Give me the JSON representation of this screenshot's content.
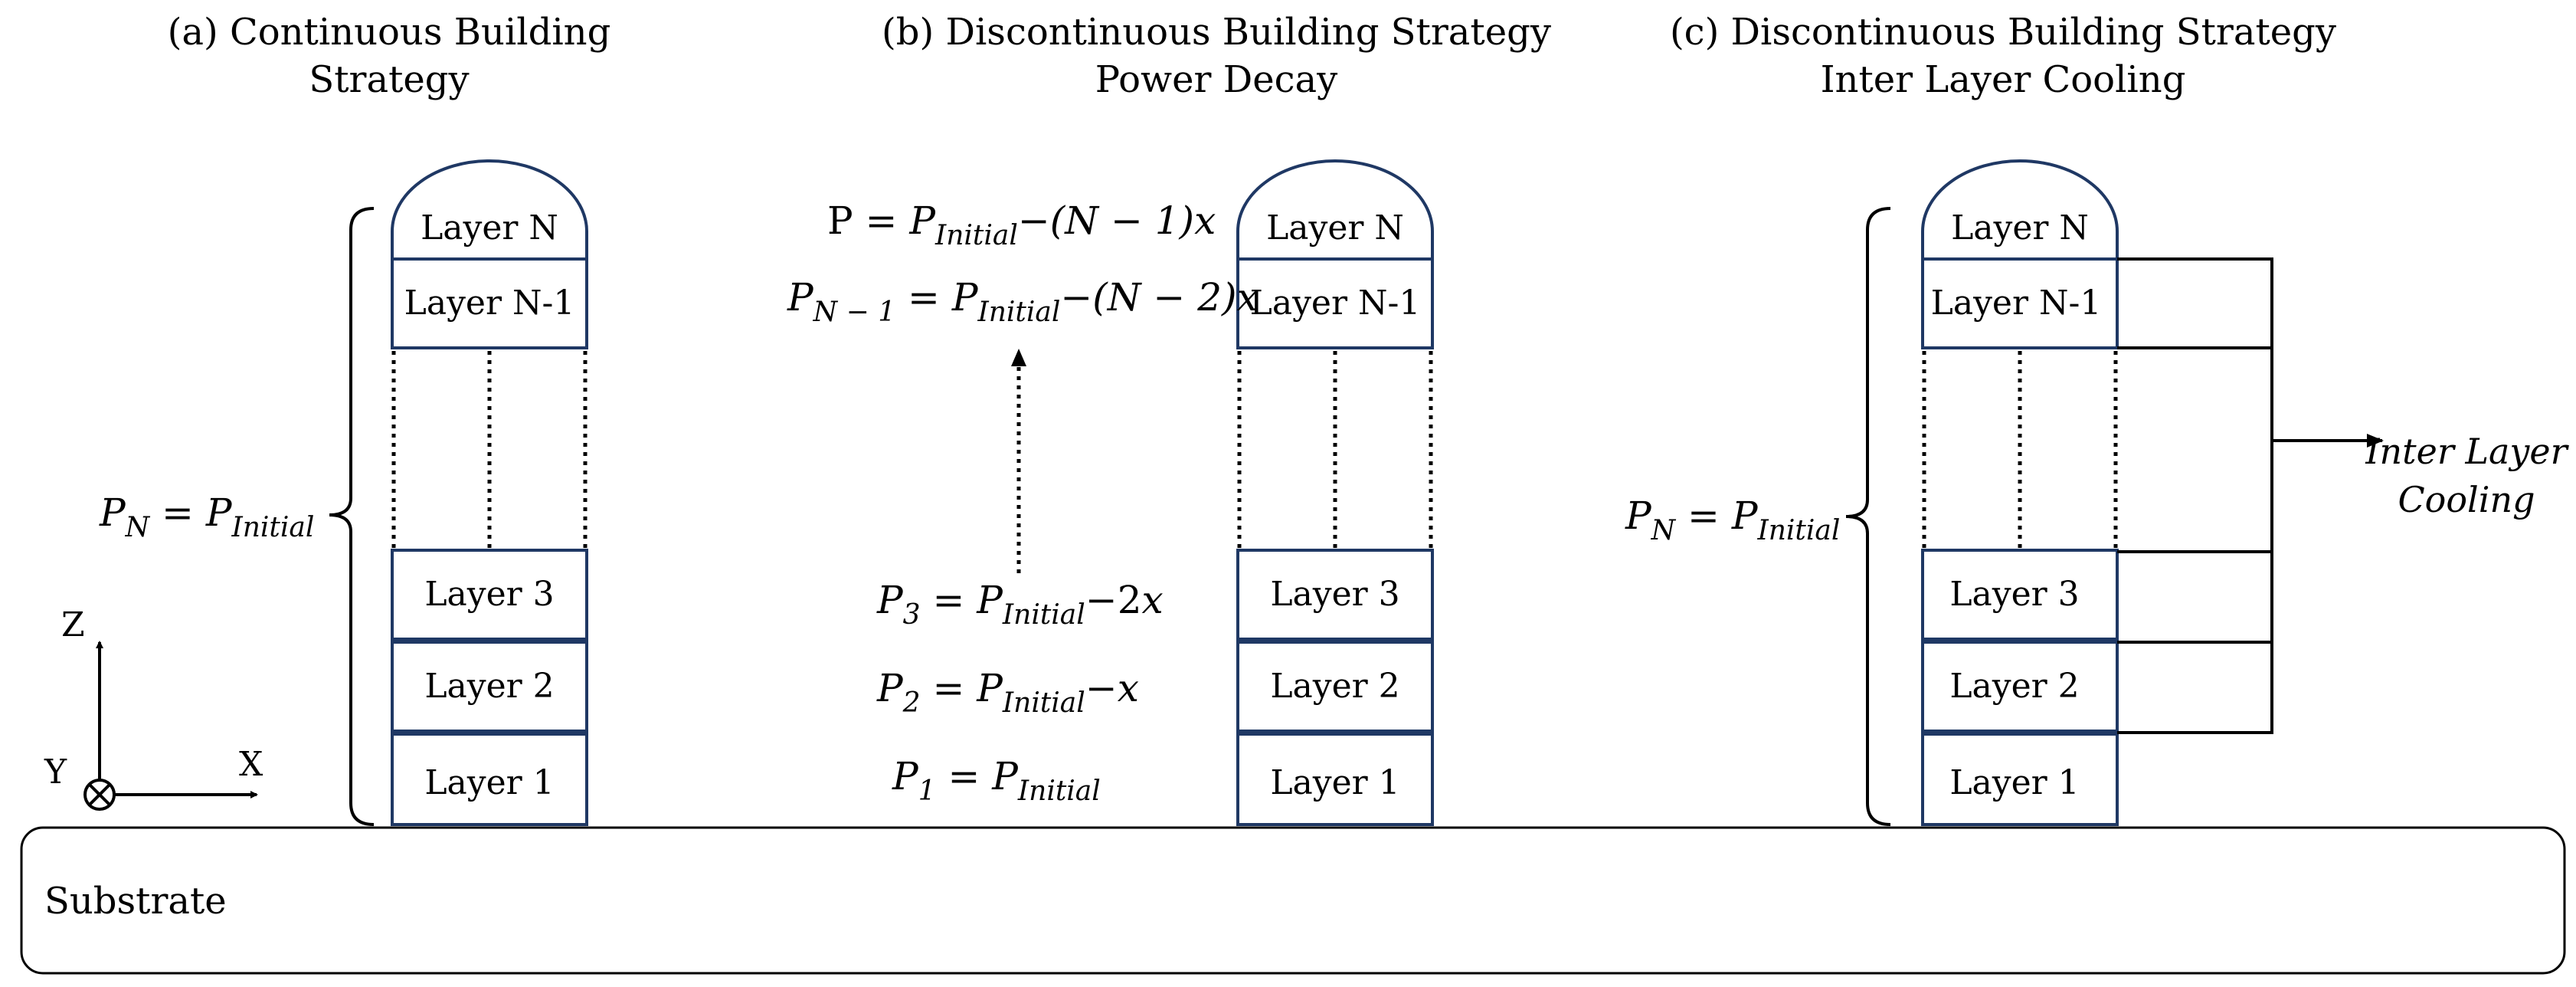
{
  "titles": {
    "a_line1": "(a) Continuous Building",
    "a_line2": "Strategy",
    "b_line1": "(b) Discontinuous Building Strategy",
    "b_line2": "Power Decay",
    "c_line1": "(c) Discontinuous Building Strategy",
    "c_line2": "Inter Layer Cooling"
  },
  "layers": {
    "top": "Layer N",
    "second": "Layer N-1",
    "third": "Layer 3",
    "fourth": "Layer 2",
    "bottom": "Layer 1"
  },
  "substrate": "Substrate",
  "axes": {
    "z": "Z",
    "y": "Y",
    "x": "X"
  },
  "math": {
    "P": "P",
    "N": "N",
    "eq": " = ",
    "initial": "Initial",
    "minus": "−",
    "x": "x",
    "nm1": "N − 1",
    "n_minus_1_paren": "(N − 1)",
    "n_minus_2_paren": "(N − 2)",
    "two": "2",
    "sub1": "1",
    "sub2": "2",
    "sub3": "3",
    "P_symbol": "P"
  },
  "cooling": {
    "line1": "Inter Layer",
    "line2": "Cooling"
  }
}
